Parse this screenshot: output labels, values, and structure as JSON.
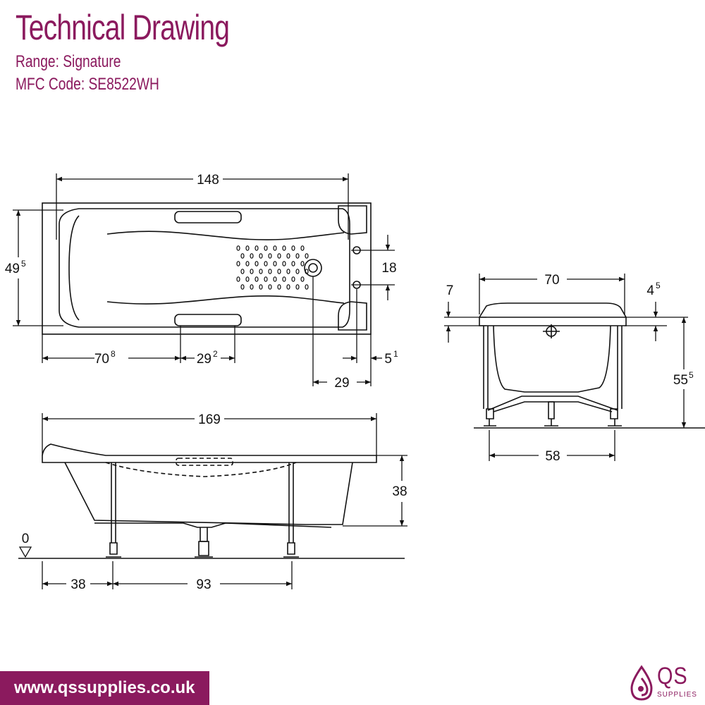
{
  "header": {
    "title": "Technical Drawing",
    "range_line": "Range: Signature",
    "code_line": "MFC Code: SE8522WH"
  },
  "dimensions": {
    "top_view_length": "148",
    "top_view_width_main": "49",
    "top_view_width_sup": "5",
    "outlet_spacing": "18",
    "drain_offset": "29",
    "head_length_main": "70",
    "head_length_sup": "8",
    "handle_length_main": "29",
    "handle_length_sup": "2",
    "foot_end_main": "5",
    "foot_end_sup": "1",
    "side_overall": "169",
    "side_depth": "38",
    "floor_level": "0",
    "leg_offset": "38",
    "leg_spacing": "93",
    "end_width": "70",
    "rim_thickness": "7",
    "rim_step_main": "4",
    "rim_step_sup": "5",
    "end_height_main": "55",
    "end_height_sup": "5",
    "end_leg_spacing": "58"
  },
  "footer": {
    "url": "www.qssupplies.co.uk"
  },
  "logo": {
    "name": "QS",
    "tagline": "SUPPLIES"
  },
  "colors": {
    "brand": "#8b1a5e",
    "line": "#111111"
  }
}
